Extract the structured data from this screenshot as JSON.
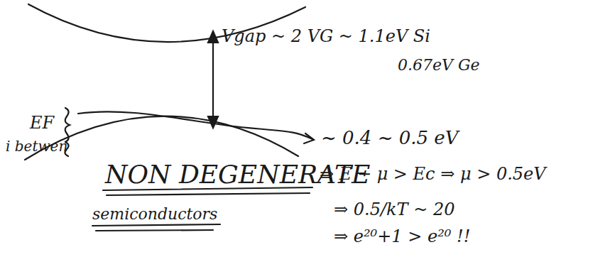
{
  "diagram": {
    "labels": [
      "EF",
      "i betwen",
      "Vgap ~ 2 VG ~ 1.1eV Si",
      "0.67eV Ge",
      "~ 0.4 ~ 0.5 eV",
      "NON DEGENERATE",
      "semiconductors",
      "⇒ E − μ > Ec ⇒ μ > 0.5eV",
      "⇒ 0.5/kT ~ 20",
      "⇒ e²⁰+1 > e²⁰ !!"
    ]
  }
}
